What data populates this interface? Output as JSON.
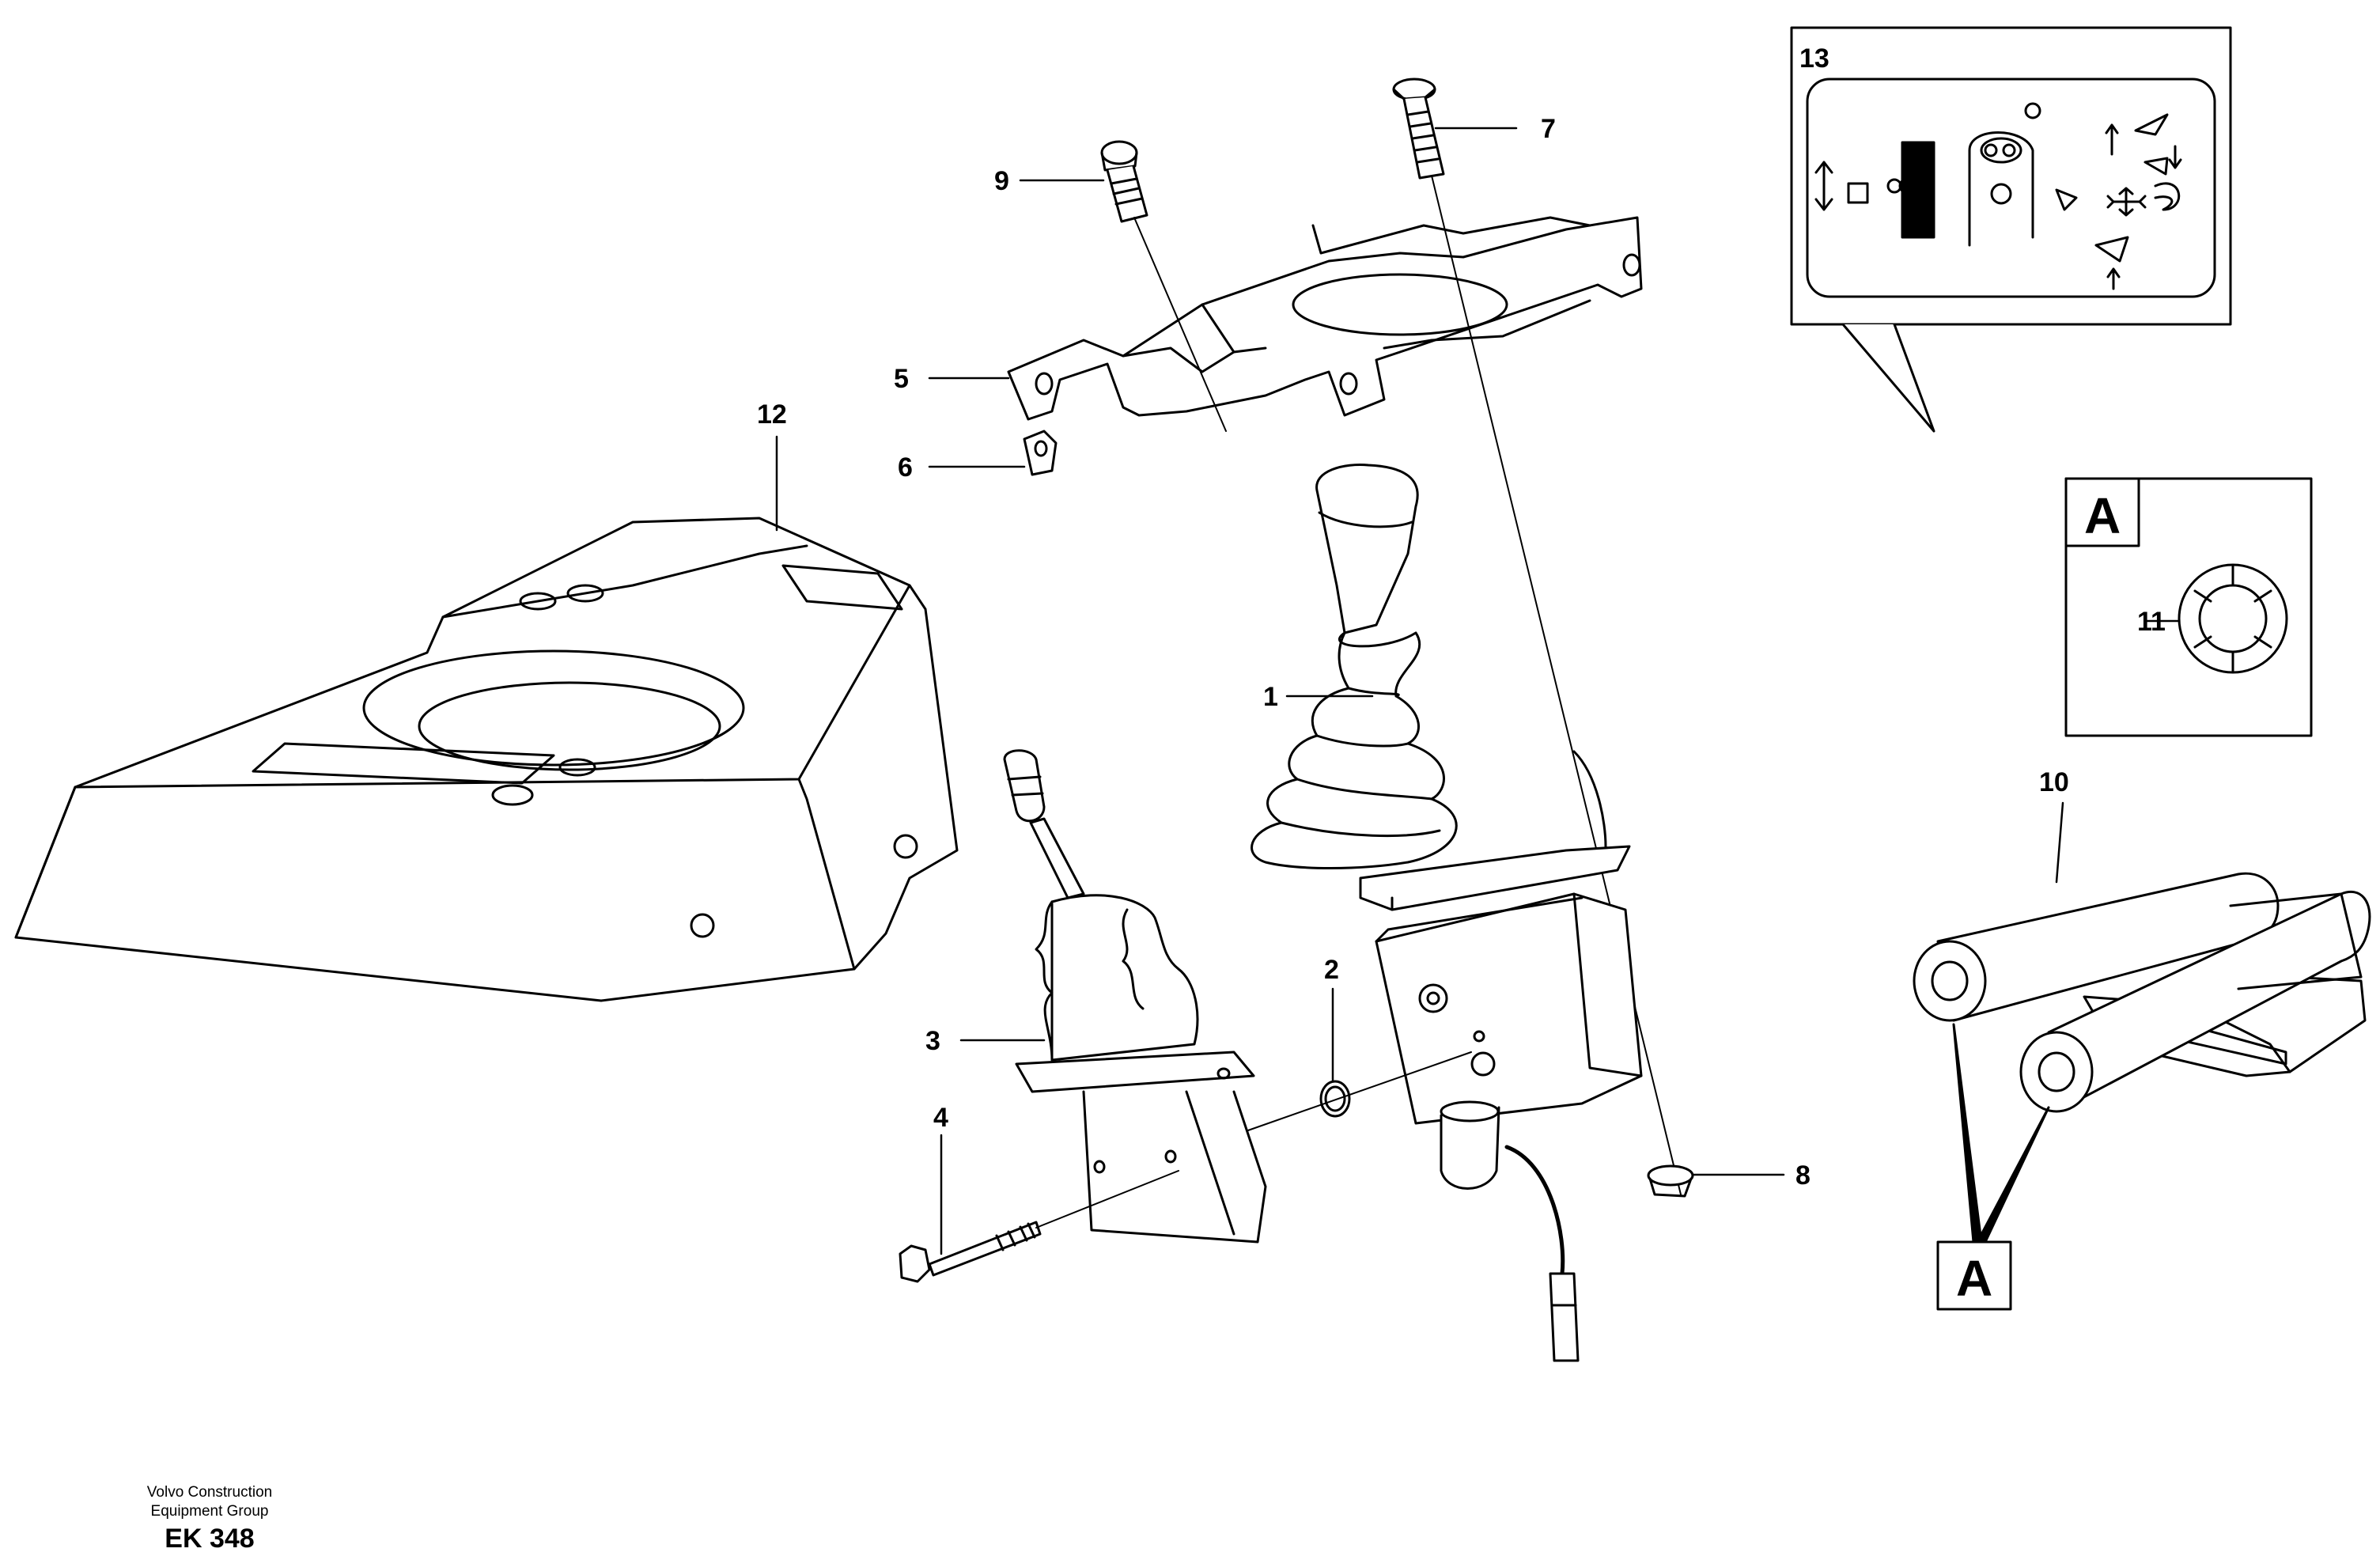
{
  "diagram": {
    "callouts": {
      "c1": "1",
      "c2": "2",
      "c3": "3",
      "c4": "4",
      "c5": "5",
      "c6": "6",
      "c7": "7",
      "c8": "8",
      "c9": "9",
      "c10": "10",
      "c11": "11",
      "c12": "12",
      "c13": "13"
    },
    "detail_marker": "A",
    "footer": {
      "org_line1": "Volvo Construction",
      "org_line2": "Equipment Group",
      "code": "EK 348"
    }
  }
}
